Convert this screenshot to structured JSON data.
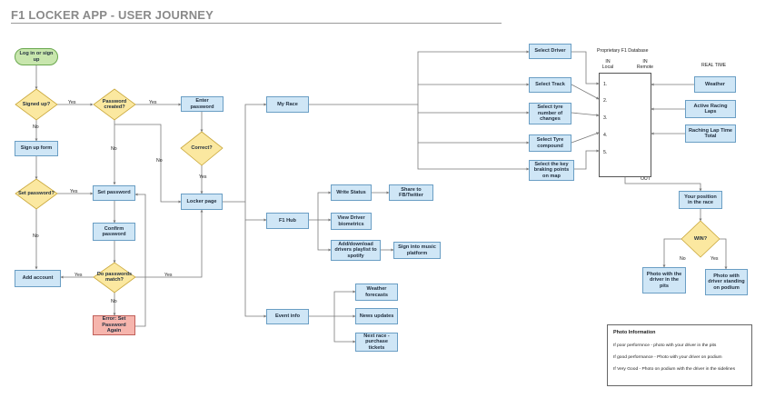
{
  "title": "F1 LOCKER APP - USER JOURNEY",
  "nodes": {
    "login": "Log in or sign up",
    "signed_up": "Signed up?",
    "password_created": "Password created?",
    "enter_password": "Enter password",
    "correct": "Correct?",
    "sign_up_form": "Sign up form",
    "set_password_q": "Set password?",
    "set_password": "Set password",
    "confirm_password": "Confirm password",
    "passwords_match": "Do passwords match?",
    "error": "Error: Set Password Again",
    "add_account": "Add account",
    "locker_page": "Locker page",
    "my_race": "My Race",
    "f1_hub": "F1 Hub",
    "event_info": "Event info",
    "write_status": "Write Status",
    "share": "Share to FB/Twitter",
    "view_driver": "View Driver biometrics",
    "add_download": "Add/download drivers playlist to spotify",
    "sign_into_music": "Sign into music platform",
    "weather_forecasts": "Weather forecasts",
    "news_updates": "News updates",
    "next_race": "Next race - purchase tickets",
    "select_driver": "Select Driver",
    "select_track": "Select Track",
    "select_tyre_changes": "Select tyre number of changes",
    "select_tyre_compound": "Select Tyre compound",
    "select_braking": "Select the key braking points on map",
    "weather": "Weather",
    "active_racing_laps": "Active Racing Laps",
    "racing_lap_time": "Raching Lap Time Total",
    "your_position": "Your position in the race",
    "win": "WIN?",
    "photo_pits": "Photo with the driver in the pits",
    "photo_podium": "Photo with driver standing on podium"
  },
  "labels": {
    "yes": "Yes",
    "no": "No",
    "out": "OUT"
  },
  "database": {
    "title": "Proprietary F1 Database",
    "in_local": "IN Local",
    "in_remote": "IN Remote",
    "real_time": "REAL TIME",
    "rows": [
      "1.",
      "2.",
      "3.",
      "4.",
      "5."
    ]
  },
  "photo_info": {
    "title": "Photo Information",
    "lines": [
      "If poor performnce - photo with your driver in the pits",
      "If good performance - Photo with your driver on podium",
      "If Very Good - Photo on podium with the driver in the sidelines"
    ]
  },
  "colors": {
    "process_fill": "#cfe6f6",
    "decision_fill": "#fbe8a0",
    "start_fill": "#c8e6ad",
    "error_fill": "#f6b5ad",
    "line": "#7a7a7a"
  }
}
